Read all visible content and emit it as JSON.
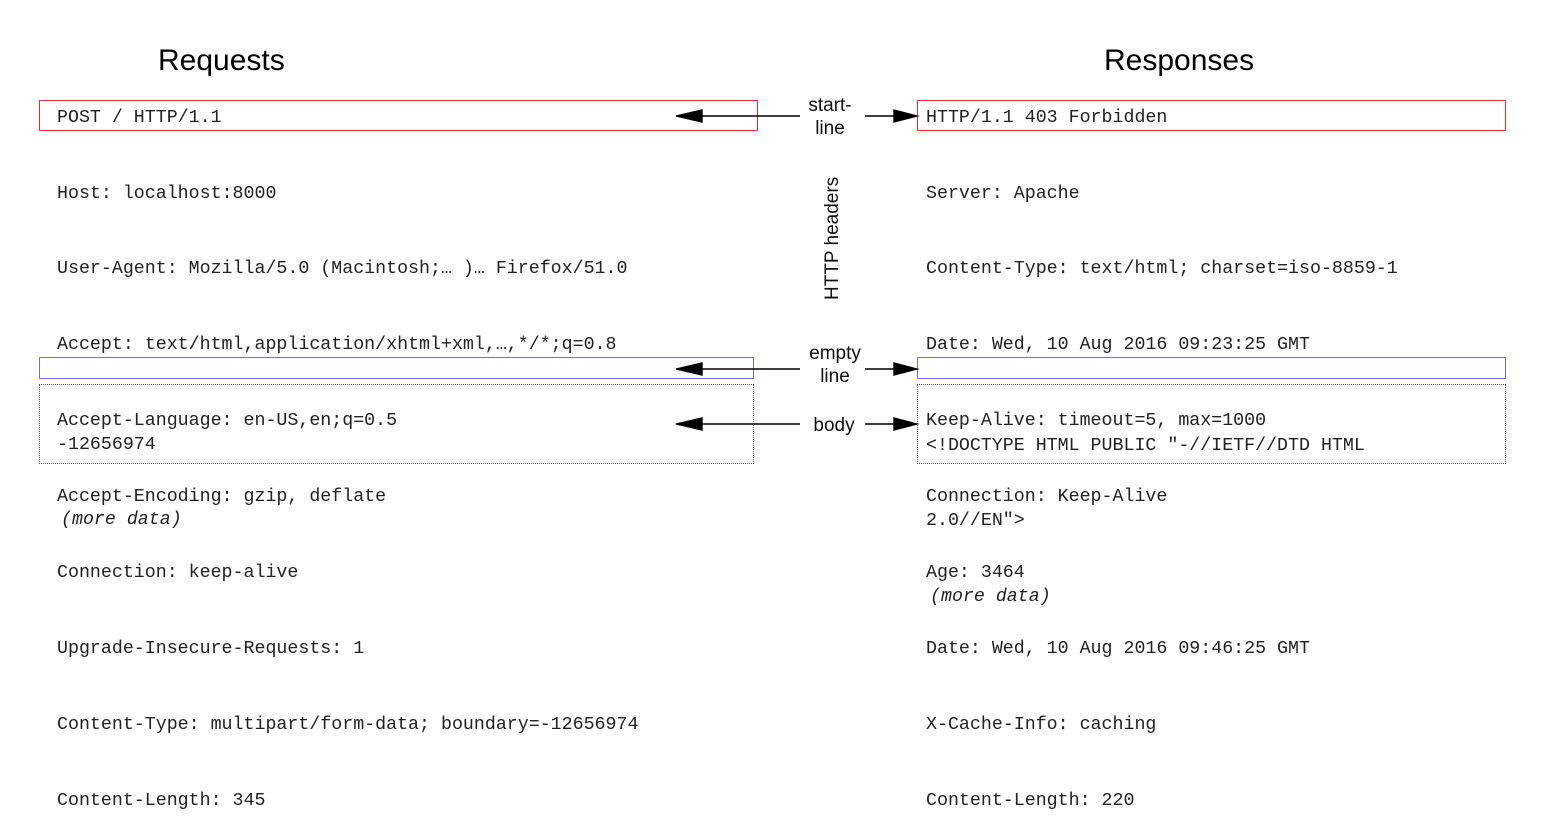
{
  "requests": {
    "title": "Requests",
    "start_line": "POST / HTTP/1.1",
    "headers": [
      "Host: localhost:8000",
      "User-Agent: Mozilla/5.0 (Macintosh;… )… Firefox/51.0",
      "Accept: text/html,application/xhtml+xml,…,*/*;q=0.8",
      "Accept-Language: en-US,en;q=0.5",
      "Accept-Encoding: gzip, deflate",
      "Connection: keep-alive",
      "Upgrade-Insecure-Requests: 1",
      "Content-Type: multipart/form-data; boundary=-12656974",
      "Content-Length: 345"
    ],
    "body": [
      "-12656974"
    ],
    "body_more": "(more data)"
  },
  "responses": {
    "title": "Responses",
    "start_line": "HTTP/1.1 403 Forbidden",
    "headers": [
      "Server: Apache",
      "Content-Type: text/html; charset=iso-8859-1",
      "Date: Wed, 10 Aug 2016 09:23:25 GMT",
      "Keep-Alive: timeout=5, max=1000",
      "Connection: Keep-Alive",
      "Age: 3464",
      "Date: Wed, 10 Aug 2016 09:46:25 GMT",
      "X-Cache-Info: caching",
      "Content-Length: 220"
    ],
    "body": [
      "<!DOCTYPE HTML PUBLIC \"-//IETF//DTD HTML",
      "2.0//EN\">"
    ],
    "body_more": "(more data)"
  },
  "labels": {
    "start_line": [
      "start-",
      "line"
    ],
    "http_headers": "HTTP headers",
    "empty_line": [
      "empty",
      "line"
    ],
    "body": "body"
  },
  "colors": {
    "start_line_box": "#e03030",
    "empty_line_box": "#7070e0",
    "body_box": "#555555"
  }
}
